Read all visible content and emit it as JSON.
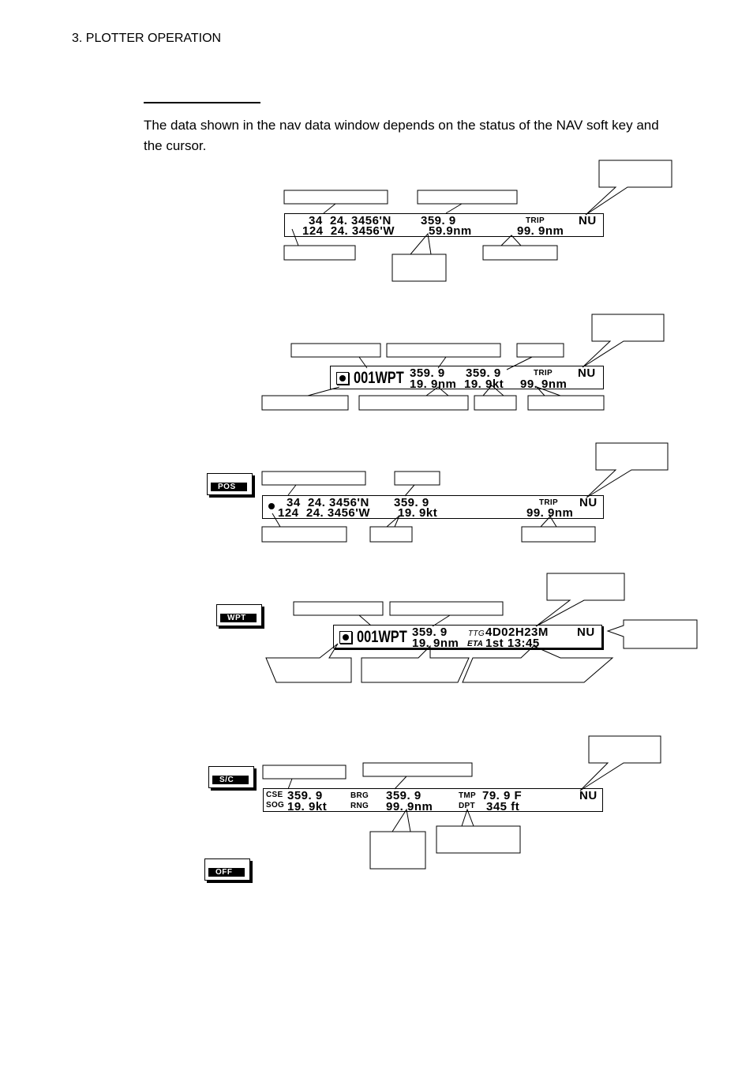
{
  "header": {
    "section": "3. PLOTTER OPERATION"
  },
  "intro": {
    "text": "The data shown in the nav data window depends on the status of the NAV soft key and the cursor."
  },
  "soft_keys": {
    "pos": "POS",
    "wpt": "WPT",
    "sc": "S/C",
    "off": "OFF"
  },
  "display1": {
    "lat": "34  24. 3456'N",
    "lon": "124  24. 3456'W",
    "brg": "359. 9",
    "rng": "59.9nm",
    "trip_label": "TRIP",
    "trip": "99. 9nm",
    "mode": "NU"
  },
  "display2": {
    "wpt": "001WPT",
    "brg": "359. 9",
    "rng": "19. 9nm",
    "course": "359. 9",
    "speed": "19. 9kt",
    "trip_label": "TRIP",
    "trip": "99. 9nm",
    "mode": "NU"
  },
  "display3": {
    "lat": "34  24. 3456'N",
    "lon": "124  24. 3456'W",
    "course": "359. 9",
    "speed": "19. 9kt",
    "trip_label": "TRIP",
    "trip": "99. 9nm",
    "mode": "NU"
  },
  "display4": {
    "wpt": "001WPT",
    "brg": "359. 9",
    "rng": "19. 9nm",
    "ttg_label": "TTG",
    "ttg": "4D02H23M",
    "eta_label": "ETA",
    "eta": "1st 13:45",
    "mode": "NU"
  },
  "display5": {
    "cse_label": "CSE",
    "cse": "359. 9",
    "sog_label": "SOG",
    "sog": "19. 9kt",
    "brg_label": "BRG",
    "brg": "359. 9",
    "rng_label": "RNG",
    "rng": "99. 9nm",
    "tmp_label": "TMP",
    "tmp": "79. 9 F",
    "dpt_label": "DPT",
    "dpt": "345 ft",
    "mode": "NU"
  }
}
